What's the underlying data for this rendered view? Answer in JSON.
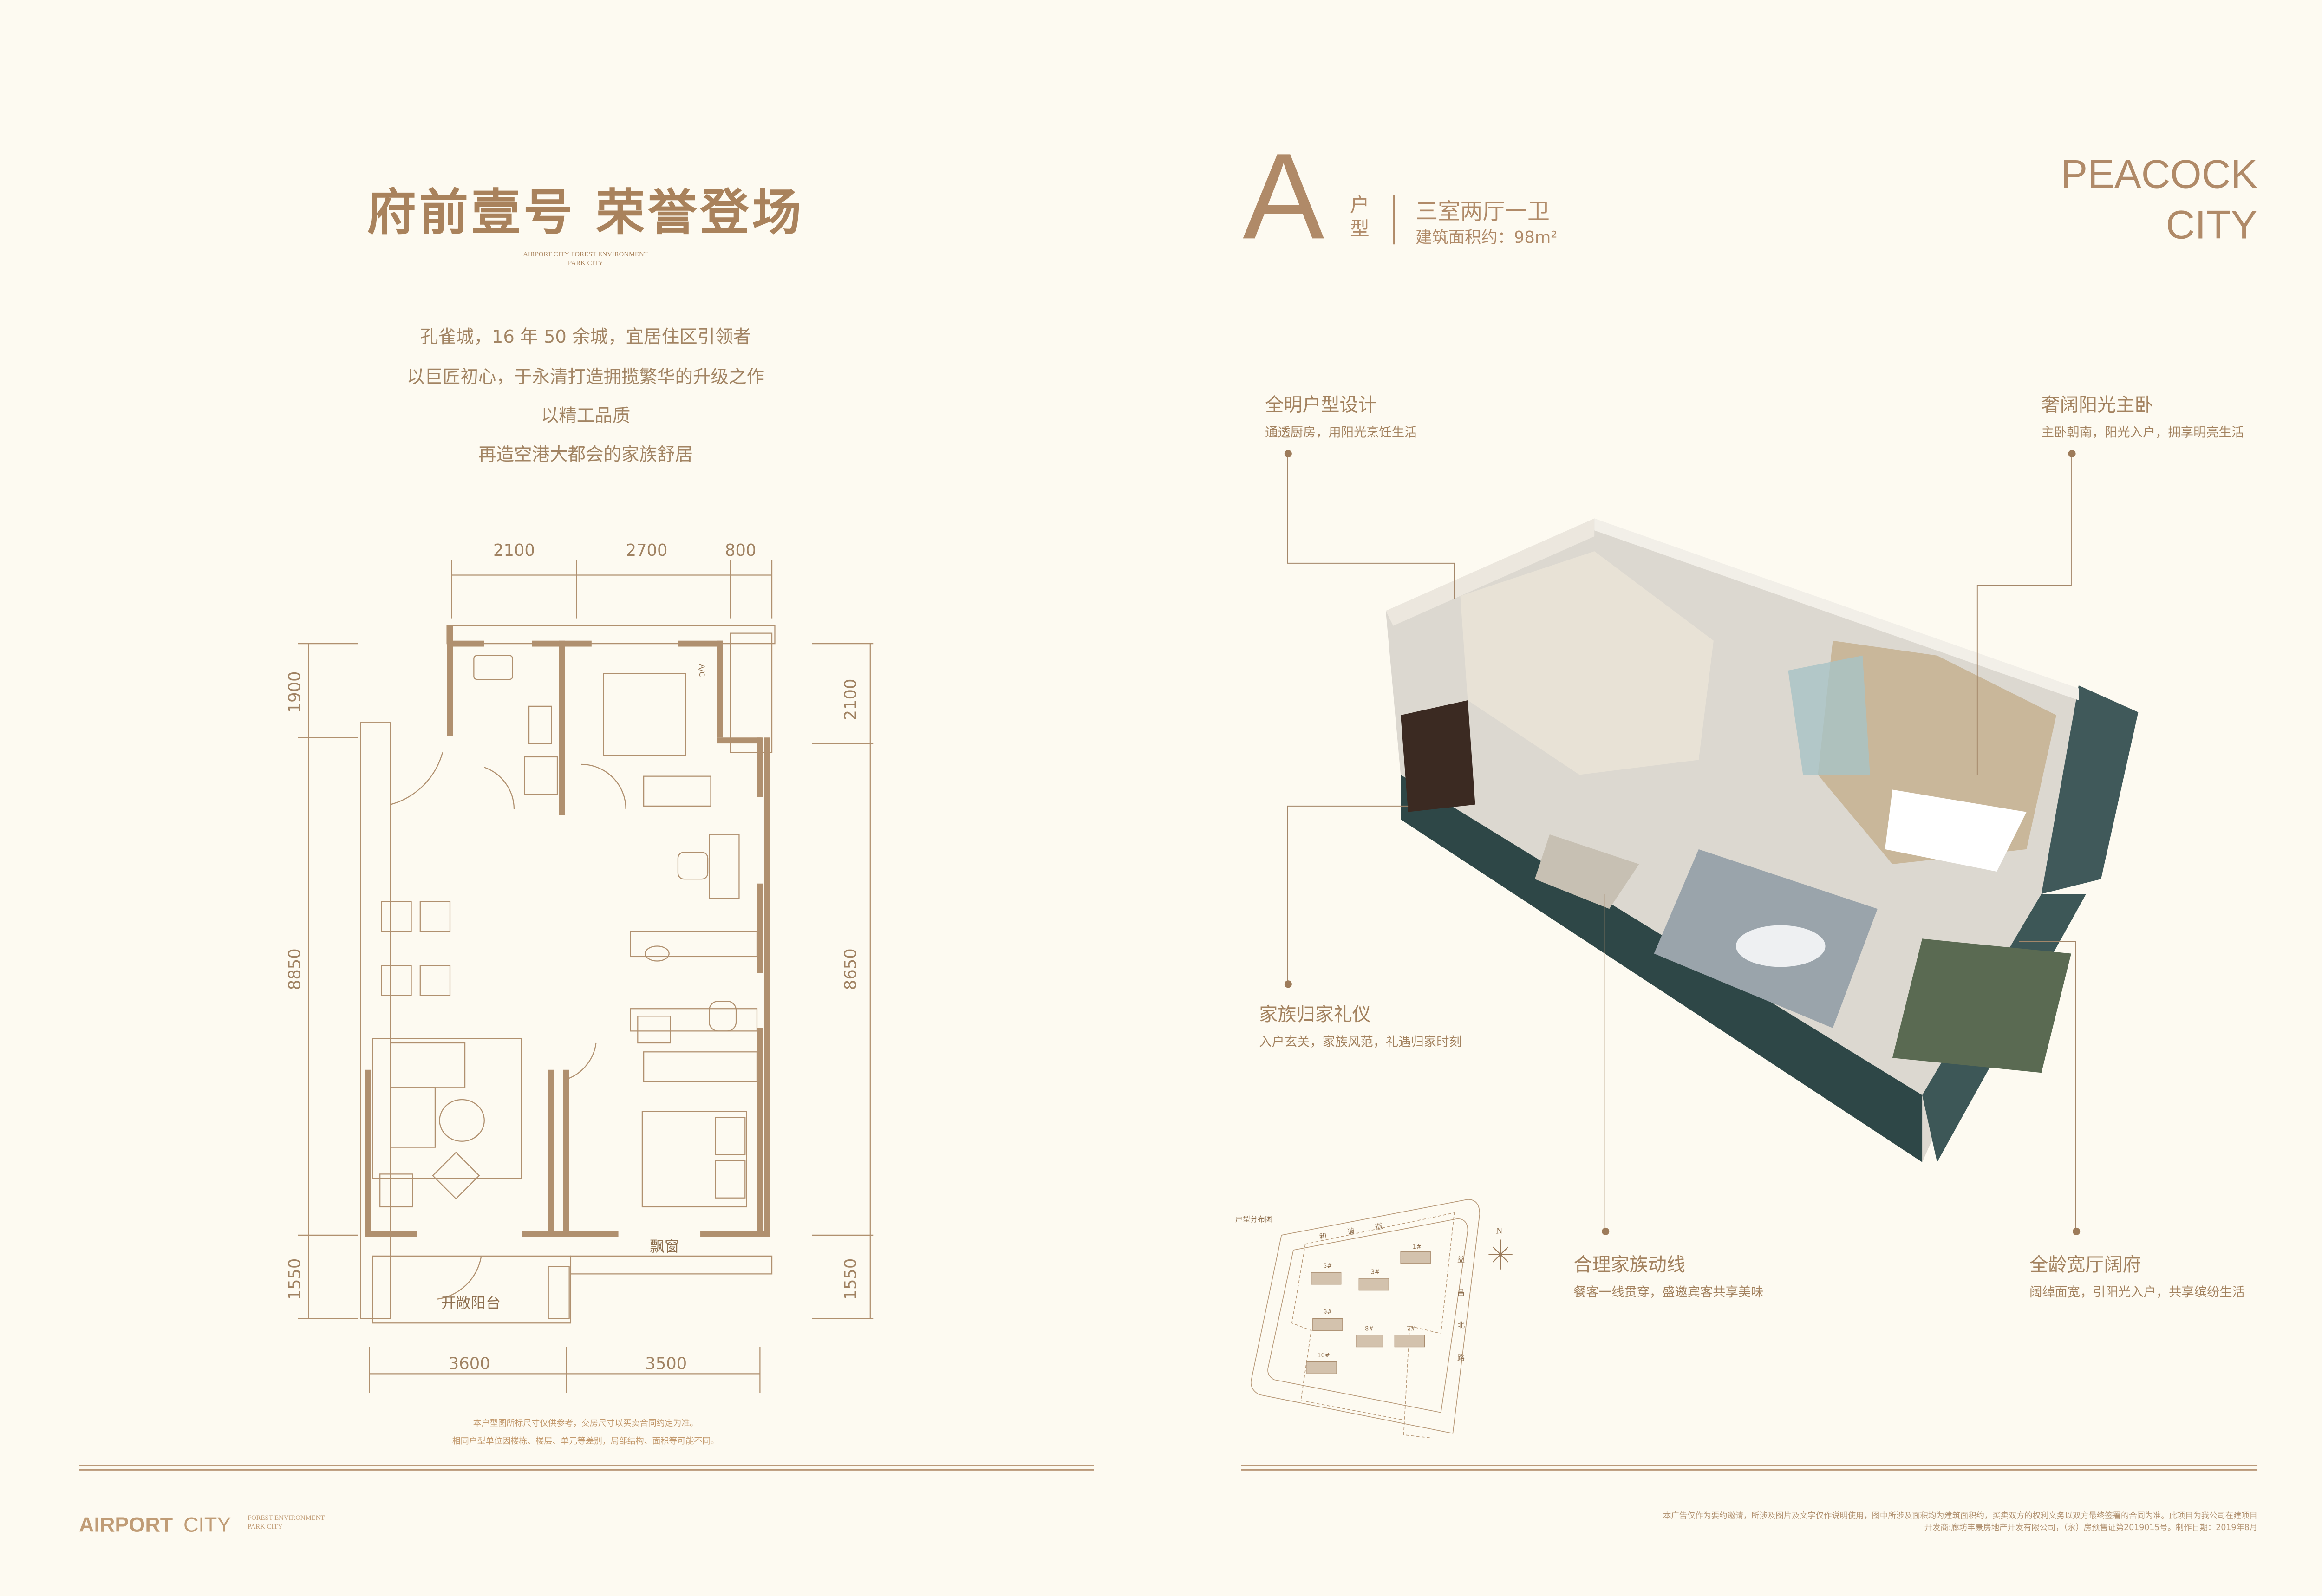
{
  "left_page": {
    "title": "府前壹号 荣誉登场",
    "subtitle_en_line1": "AIRPORT CITY FOREST ENVIRONMENT",
    "subtitle_en_line2": "PARK CITY",
    "paragraph": [
      "孔雀城，16 年 50 余城，宜居住区引领者",
      "以巨匠初心，于永清打造拥揽繁华的升级之作",
      "以精工品质",
      "再造空港大都会的家族舒居"
    ],
    "floor_plan": {
      "top_dims": [
        "2100",
        "2700",
        "800"
      ],
      "bottom_dims": [
        "3600",
        "3500"
      ],
      "left_dims": [
        "1900",
        "8850",
        "1550"
      ],
      "right_dims": [
        "2100",
        "8650",
        "1550"
      ],
      "labels": {
        "bay_window": "飘窗",
        "balcony": "开敞阳台",
        "ac": "A/C"
      }
    },
    "disclaimer": [
      "本户型图所标尺寸仅供参考，交房尺寸以买卖合同约定为准。",
      "相同户型单位因楼栋、楼层、单元等差别，局部结构、面积等可能不同。"
    ],
    "footer_logo": {
      "bold": "AIRPORT",
      "light": "CITY",
      "tag1": "FOREST ENVIRONMENT",
      "tag2": "PARK CITY"
    }
  },
  "right_page": {
    "unit_letter": "A",
    "unit_label": "户型",
    "layout": "三室两厅一卫",
    "area_label": "建筑面积约：",
    "area_value": "98m²",
    "brand_line1": "PEACOCK",
    "brand_line2": "CITY",
    "callouts": [
      {
        "title": "全明户型设计",
        "desc": "通透厨房，用阳光烹饪生活"
      },
      {
        "title": "奢阔阳光主卧",
        "desc": "主卧朝南，阳光入户，拥享明亮生活"
      },
      {
        "title": "家族归家礼仪",
        "desc": "入户玄关，家族风范，礼遇归家时刻"
      },
      {
        "title": "合理家族动线",
        "desc": "餐客一线贯穿，盛邀宾客共享美味"
      },
      {
        "title": "全龄宽厅阔府",
        "desc": "阔绰面宽，引阳光入户，共享缤纷生活"
      }
    ],
    "site_map": {
      "title": "户型分布图",
      "roads": [
        "和谐道",
        "益昌北路"
      ],
      "buildings": [
        "1#",
        "3#",
        "5#",
        "7#",
        "8#",
        "9#",
        "10#"
      ],
      "north": "N"
    },
    "disclaimer": [
      "本广告仅作为要约邀请，所涉及图片及文字仅作说明使用，图中所涉及面积均为建筑面积约，买卖双方的权利义务以双方最终签署的合同为准。此项目为我公司在建项目",
      "开发商:廊坊丰景房地产开发有限公司，（永）房预售证第2019015号。制作日期：2019年8月"
    ]
  },
  "colors": {
    "background": "#fdfaf1",
    "accent": "#ad8a66",
    "wall_dark": "#2e4747"
  }
}
